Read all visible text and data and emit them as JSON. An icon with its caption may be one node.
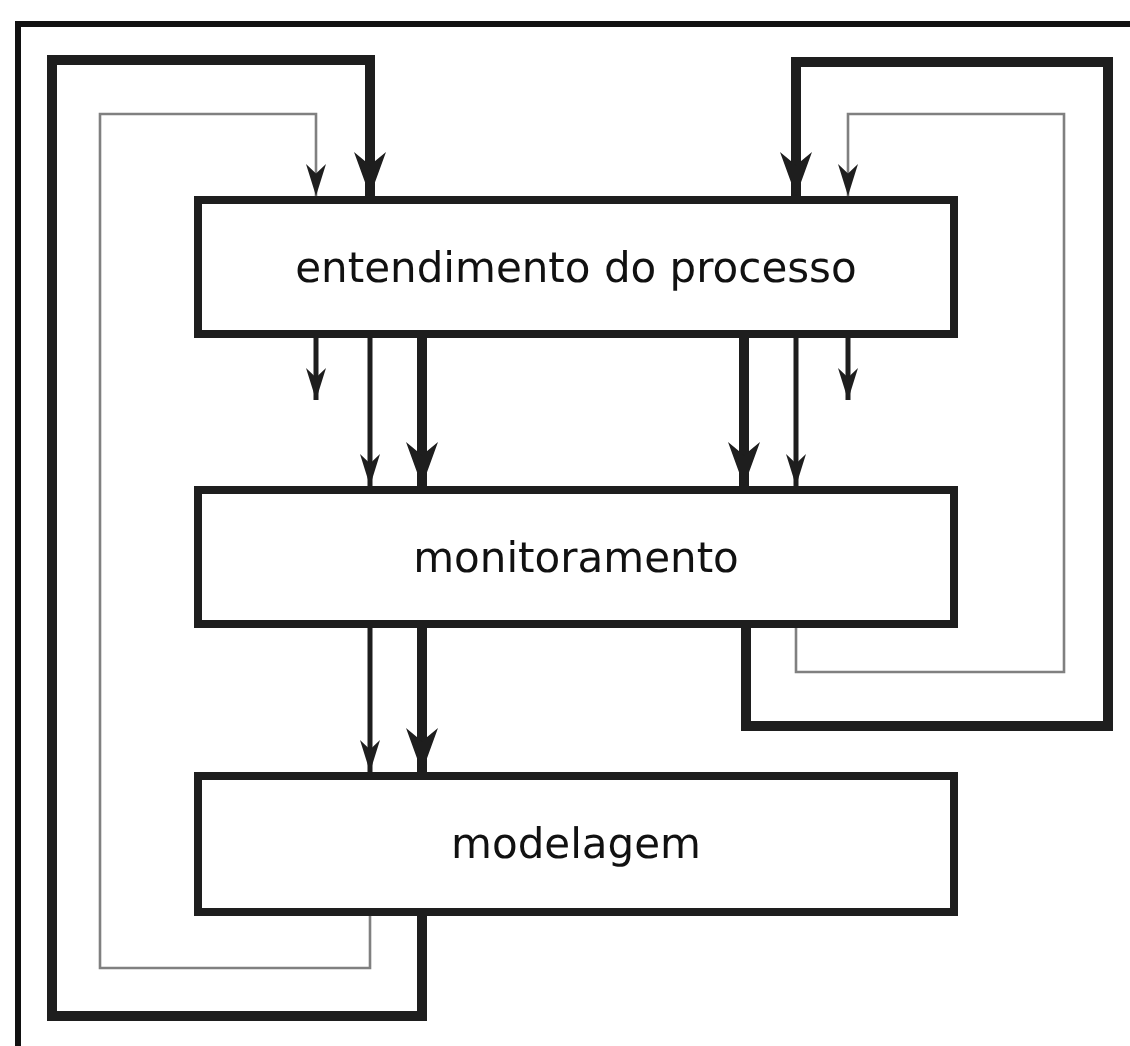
{
  "diagram": {
    "nodes": [
      {
        "text": [
          "entendimento do processo"
        ]
      },
      {
        "text": [
          "monitoramento"
        ]
      },
      {
        "text": [
          "modelagem"
        ]
      }
    ],
    "edges": [
      {
        "from": 2,
        "to": 0,
        "arrow": "to",
        "style": "thick"
      },
      {
        "from": 2,
        "to": 0,
        "arrow": "to",
        "color": "#808080"
      },
      {
        "from": 1,
        "to": 0,
        "arrow": "to",
        "style": "thick"
      },
      {
        "from": 1,
        "to": 0,
        "arrow": "to",
        "color": "#808080"
      },
      {
        "from": 0,
        "to": null,
        "arrow": "to"
      },
      {
        "from": 0,
        "to": 1,
        "arrow": "to"
      },
      {
        "from": 0,
        "to": 1,
        "arrow": "to",
        "style": "thick"
      },
      {
        "from": 0,
        "to": 1,
        "arrow": "to",
        "style": "thick"
      },
      {
        "from": 0,
        "to": 1,
        "arrow": "to"
      },
      {
        "from": 0,
        "to": null,
        "arrow": "to"
      },
      {
        "from": 1,
        "to": 2,
        "arrow": "to"
      },
      {
        "from": 1,
        "to": 2,
        "arrow": "to",
        "style": "thick"
      }
    ]
  }
}
